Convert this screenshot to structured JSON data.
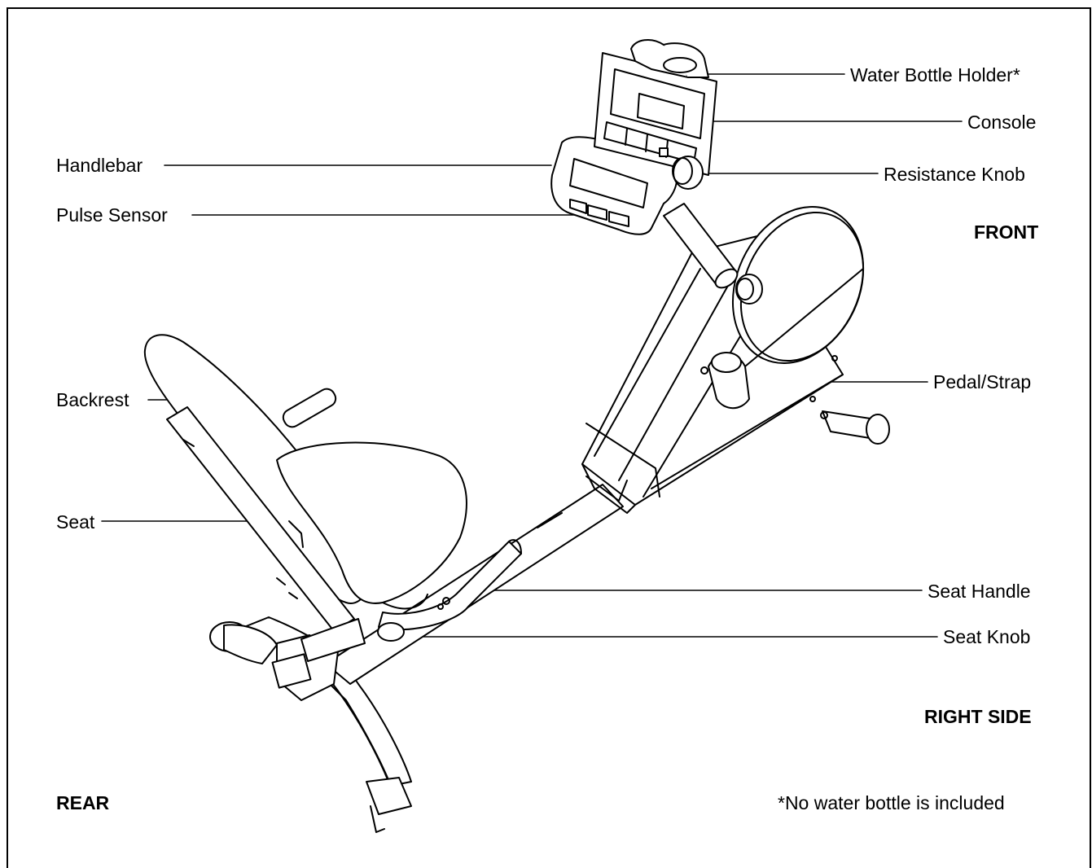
{
  "labels": {
    "water_bottle_holder": "Water Bottle Holder*",
    "console": "Console",
    "resistance_knob": "Resistance Knob",
    "front": "FRONT",
    "handlebar": "Handlebar",
    "pulse_sensor": "Pulse Sensor",
    "backrest": "Backrest",
    "pedal_strap": "Pedal/Strap",
    "seat": "Seat",
    "seat_handle": "Seat Handle",
    "seat_knob": "Seat Knob",
    "right_side": "RIGHT SIDE",
    "rear": "REAR",
    "footnote": "*No water bottle is included"
  },
  "colors": {
    "line": "#000000",
    "background": "#ffffff"
  }
}
